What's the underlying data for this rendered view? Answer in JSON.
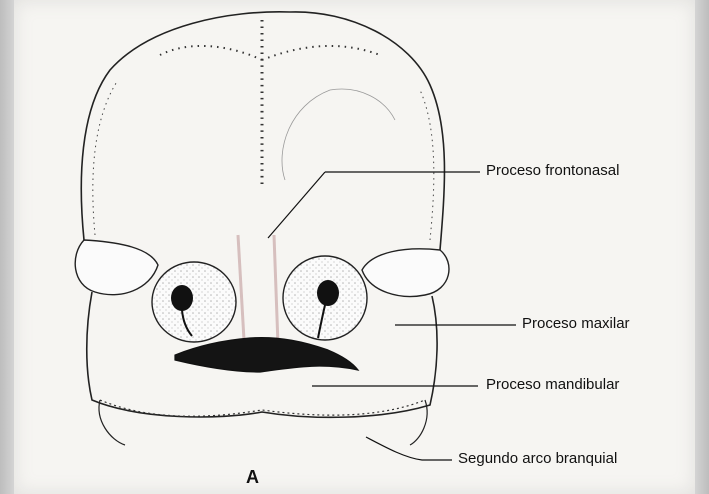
{
  "labels": {
    "frontonasal": "Proceso frontonasal",
    "maxilar": "Proceso maxilar",
    "mandibular": "Proceso mandibular",
    "branquial": "Segundo arco branquial"
  },
  "caption": "A"
}
